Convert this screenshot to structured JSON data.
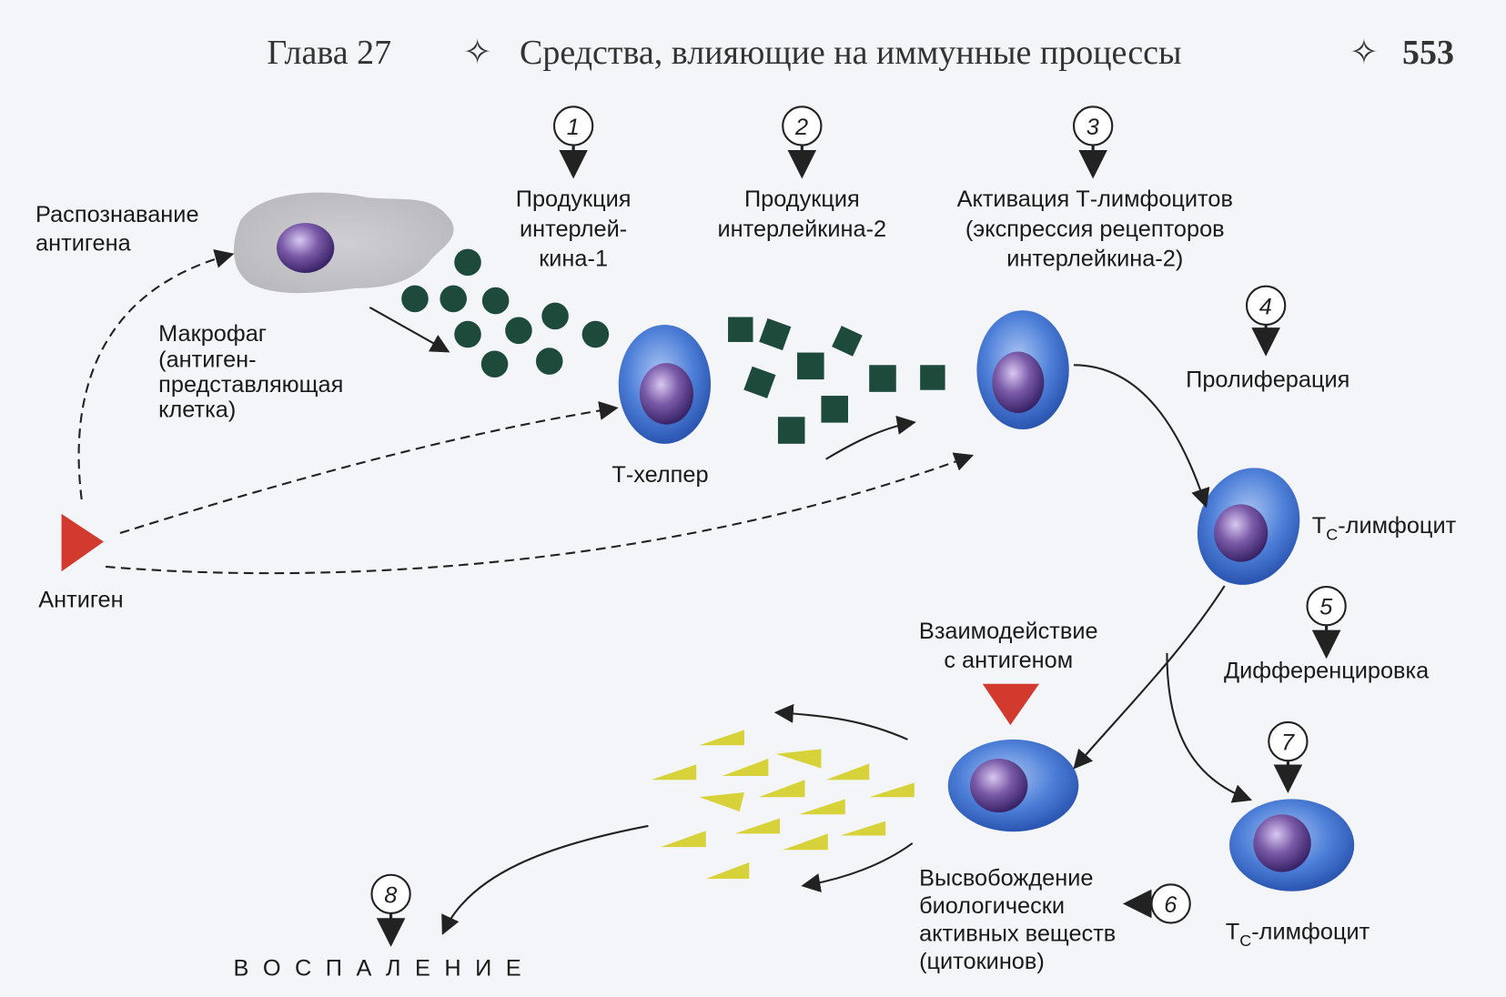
{
  "header": {
    "chapter": "Глава 27",
    "title": "Средства, влияющие на иммунные процессы",
    "page": "553",
    "separator": "✧"
  },
  "steps": [
    {
      "n": "1",
      "lines": [
        "Продукция",
        "интерлей-",
        "кина-1"
      ]
    },
    {
      "n": "2",
      "lines": [
        "Продукция",
        "интерлейкина-2"
      ]
    },
    {
      "n": "3",
      "lines": [
        "Активация Т-лимфоцитов",
        "(экспрессия рецепторов",
        "интерлейкина-2)"
      ]
    },
    {
      "n": "4",
      "lines": [
        "Пролиферация"
      ]
    },
    {
      "n": "5",
      "lines": [
        "Дифференцировка"
      ]
    },
    {
      "n": "6",
      "lines": [
        "Высвобождение",
        "биологически",
        "активных веществ",
        "(цитокинов)"
      ]
    },
    {
      "n": "7",
      "lines": []
    },
    {
      "n": "8",
      "lines": [
        "В О С П А Л Е Н И Е"
      ]
    }
  ],
  "labels": {
    "recognition": [
      "Распознавание",
      "антигена"
    ],
    "macrophage": [
      "Макрофаг",
      "(антиген-",
      "представляющая",
      "клетка)"
    ],
    "antigen": "Антиген",
    "t_helper": "Т-хелпер",
    "tc_main": "T",
    "tc_sub": "C",
    "tc_suffix": "-лимфоцит",
    "interaction": [
      "Взаимодействие",
      "с антигеном"
    ]
  },
  "colors": {
    "cell": "#3b6fd0",
    "nucleus": "#5a3f8a",
    "il": "#1e4a3c",
    "antigen": "#d23a2e",
    "cytokine": "#d8d23a"
  }
}
